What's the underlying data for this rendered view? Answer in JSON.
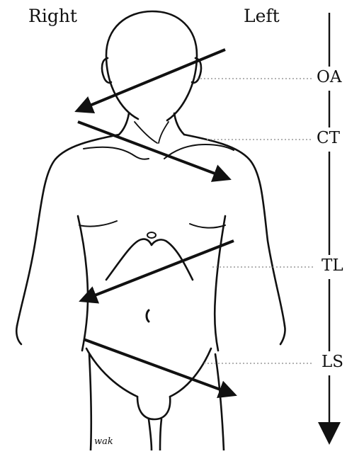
{
  "labels": {
    "right": "Right",
    "left": "Left",
    "signature": "wak"
  },
  "regions": [
    {
      "id": "oa",
      "label": "OA"
    },
    {
      "id": "ct",
      "label": "CT"
    },
    {
      "id": "tl",
      "label": "TL"
    },
    {
      "id": "ls",
      "label": "LS"
    }
  ],
  "colors": {
    "line": "#111111",
    "leader": "#9a9a9a",
    "background": "#ffffff"
  }
}
